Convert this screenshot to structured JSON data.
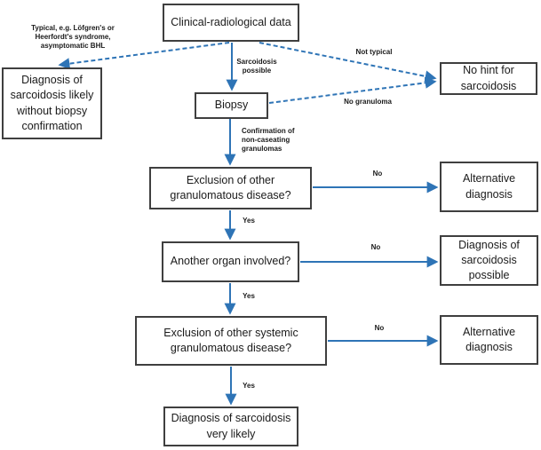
{
  "diagram": {
    "colors": {
      "arrow_blue": "#2e74b6",
      "box_border": "#3f3f3f",
      "text": "#1a1a1a",
      "background": "#ffffff"
    },
    "nodes": {
      "clinical": "Clinical-radiological data",
      "diagnosis_without_biopsy": "Diagnosis of sarcoidosis likely without biopsy confirmation",
      "no_hint": "No hint for sarcoidosis",
      "biopsy": "Biopsy",
      "exclusion_granulomatous": "Exclusion of other granulomatous disease?",
      "alternative_diagnosis_1": "Alternative diagnosis",
      "another_organ": "Another organ involved?",
      "diagnosis_possible": "Diagnosis of sarcoidosis possible",
      "exclusion_systemic": "Exclusion of other systemic granulomatous disease?",
      "alternative_diagnosis_2": "Alternative diagnosis",
      "diagnosis_very_likely": "Diagnosis of sarcoidosis very likely"
    },
    "edge_labels": {
      "typical": "Typical, e.g. Löfgren's or Heerfordt's syndrome, asymptomatic BHL",
      "not_typical": "Not typical",
      "sarcoidosis_possible": "Sarcoidosis possible",
      "no_granuloma": "No granuloma",
      "confirmation": "Confirmation of non-caseating granulomas",
      "yes": "Yes",
      "no": "No"
    }
  }
}
